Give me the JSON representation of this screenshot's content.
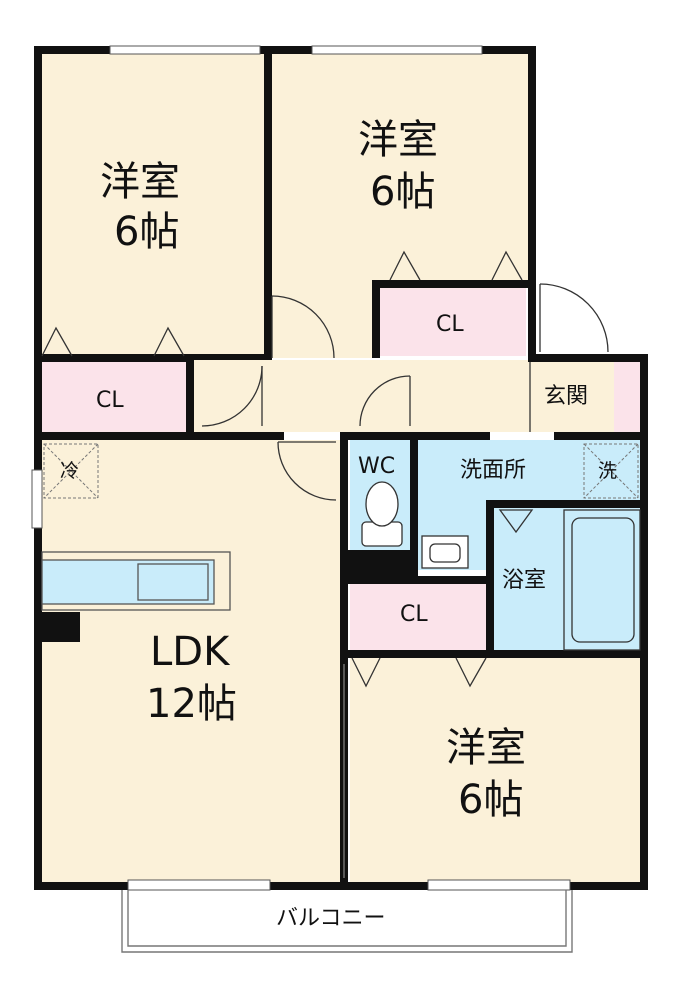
{
  "rooms": {
    "west_bedroom": {
      "name": "洋室",
      "size": "6帖"
    },
    "north_bedroom": {
      "name": "洋室",
      "size": "6帖"
    },
    "south_bedroom": {
      "name": "洋室",
      "size": "6帖"
    },
    "ldk": {
      "name": "LDK",
      "size": "12帖"
    },
    "closet_label": "CL",
    "entrance": "玄関",
    "wc": "WC",
    "washroom": "洗面所",
    "bathroom": "浴室",
    "fridge": "冷",
    "washer": "洗",
    "balcony": "バルコニー"
  },
  "colors": {
    "room_floor": "#fbf1d9",
    "closet": "#fbe3ea",
    "wet_area": "#c9ecfa",
    "hall": "#fbf1d9",
    "wall": "#111111"
  }
}
